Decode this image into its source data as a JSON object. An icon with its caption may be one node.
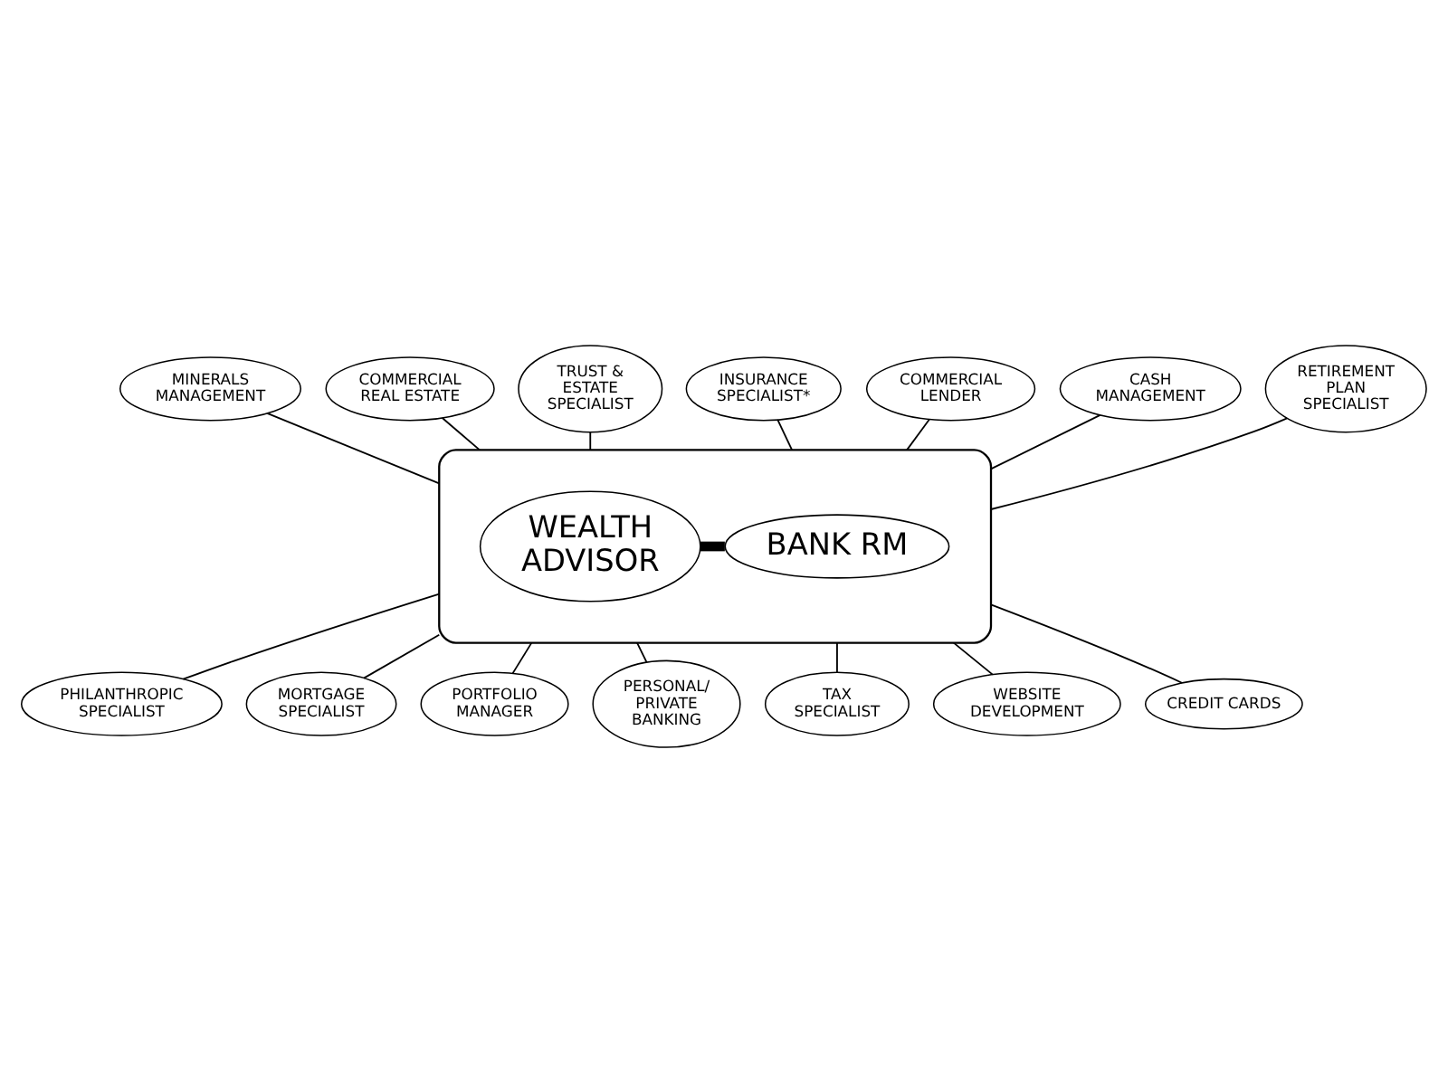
{
  "diagram": {
    "nodes": [
      {
        "text": [],
        "shape": "ellipse"
      },
      {
        "text": [
          "WEALTH ADVISOR"
        ],
        "in": 0
      },
      {
        "text": [
          "BANK RM"
        ],
        "in": 0
      },
      {
        "text": [
          "INSURANCE SPECIALIST*"
        ]
      },
      {
        "text": [
          "MINERALS MANAGEMENT"
        ]
      },
      {
        "text": [
          "COMMERCIAL LENDER"
        ]
      },
      {
        "text": [
          "COMMERCIAL REAL ESTATE"
        ]
      },
      {
        "text": [
          "CASH MANAGEMENT"
        ]
      },
      {
        "text": [
          "TRUST & ESTATE SPECIALIST"
        ]
      },
      {
        "text": [
          "RETIREMENT PLAN SPECIALIST"
        ]
      },
      {
        "text": [
          "MORTGAGE SPECIALIST"
        ]
      },
      {
        "text": [
          "CREDIT CARDS"
        ]
      },
      {
        "text": [
          "PORTFOLIO MANAGER"
        ]
      },
      {
        "text": [
          "TAX SPECIALIST"
        ]
      },
      {
        "text": [
          "PERSONAL/ PRIVATE BANKING"
        ]
      },
      {
        "text": [
          "WEBSITE DEVELOPMENT"
        ]
      },
      {
        "text": [
          "PHILANTHROPIC SPECIALIST"
        ]
      }
    ],
    "edges": [
      {
        "from": 1,
        "to": 2,
        "arrow": "none",
        "style": "thick"
      },
      {
        "from": 3,
        "to": 0,
        "arrow": "none"
      },
      {
        "from": 4,
        "to": 0,
        "arrow": "none"
      },
      {
        "from": 5,
        "to": 0,
        "arrow": "none"
      },
      {
        "from": 6,
        "to": 0,
        "arrow": "none"
      },
      {
        "from": 7,
        "to": 0,
        "arrow": "none"
      },
      {
        "from": 8,
        "to": 0,
        "arrow": "none"
      },
      {
        "from": 9,
        "to": 0,
        "arrow": "none"
      },
      {
        "from": 0,
        "to": 10,
        "arrow": "none"
      },
      {
        "from": 0,
        "to": 11,
        "arrow": "none"
      },
      {
        "from": 0,
        "to": 12,
        "arrow": "none"
      },
      {
        "from": 0,
        "to": 13,
        "arrow": "none"
      },
      {
        "from": 0,
        "to": 14,
        "arrow": "none"
      },
      {
        "from": 0,
        "to": 15,
        "arrow": "none"
      },
      {
        "from": 0,
        "to": 16,
        "arrow": "none"
      }
    ]
  }
}
